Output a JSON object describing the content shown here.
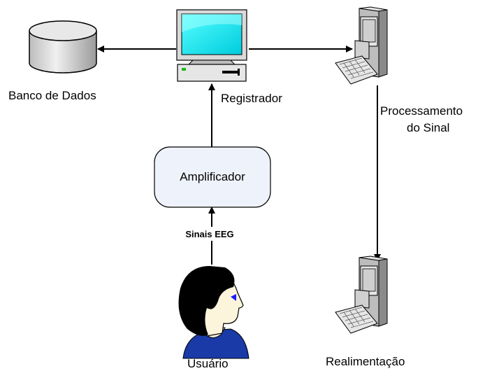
{
  "nodes": {
    "database": "Banco de Dados",
    "recorder": "Registrador",
    "processing_line1": "Processamento",
    "processing_line2": "do Sinal",
    "amplifier": "Amplificador",
    "signal": "Sinais EEG",
    "user": "Usuário",
    "feedback": "Realimentação"
  },
  "colors": {
    "db_fill": "#d9d9d9",
    "monitor_screen": "#00f5f5",
    "amplifier_fill": "#eef2fa",
    "hair": "#000000",
    "shirt": "#1a3aa8",
    "eye": "#1a1aff",
    "pc_body": "#e6e6e6"
  },
  "icons": [
    "database-icon",
    "desktop-pc-icon",
    "tower-computer-icon",
    "person-head-icon"
  ]
}
